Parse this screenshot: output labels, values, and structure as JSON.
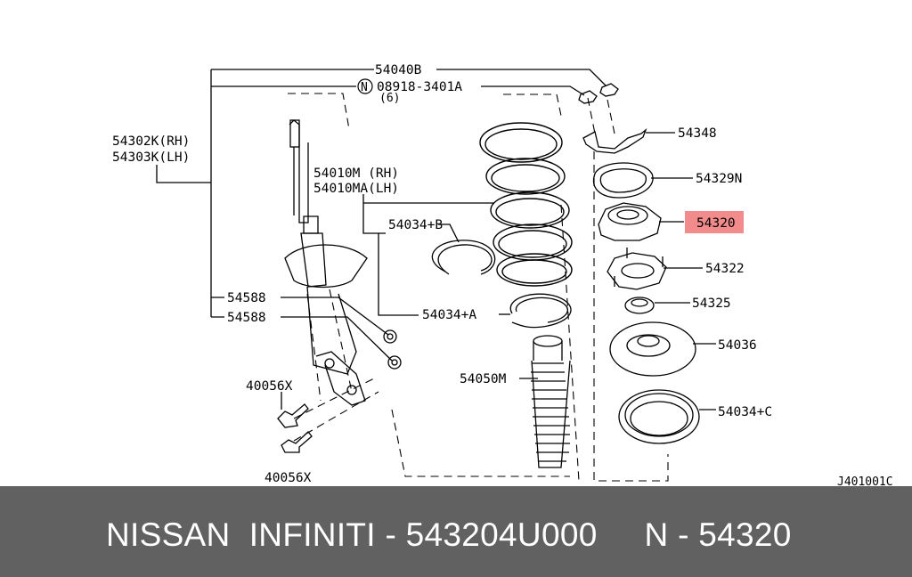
{
  "diagram": {
    "labels": {
      "p54040B": "54040B",
      "n_circle": "N",
      "p08918": "08918-3401A",
      "qty6": "(6)",
      "p54302K": "54302K(RH)",
      "p54303K": "54303K(LH)",
      "p54010M": "54010M (RH)",
      "p54010MA": "54010MA(LH)",
      "p54034B": "54034+B",
      "p54588a": "54588",
      "p54588b": "54588",
      "p54034A": "54034+A",
      "p40056Xa": "40056X",
      "p40056Xb": "40056X",
      "p54050M": "54050M",
      "p54348": "54348",
      "p54329N": "54329N",
      "p54320": "54320",
      "p54322": "54322",
      "p54325": "54325",
      "p54036": "54036",
      "p54034C": "54034+C",
      "code": "J401001C"
    },
    "highlight_color": "#f28b8b"
  },
  "footer": {
    "text": "NISSAN  INFINITI - 543204U000     N - 54320",
    "bg_color": "#616161"
  }
}
